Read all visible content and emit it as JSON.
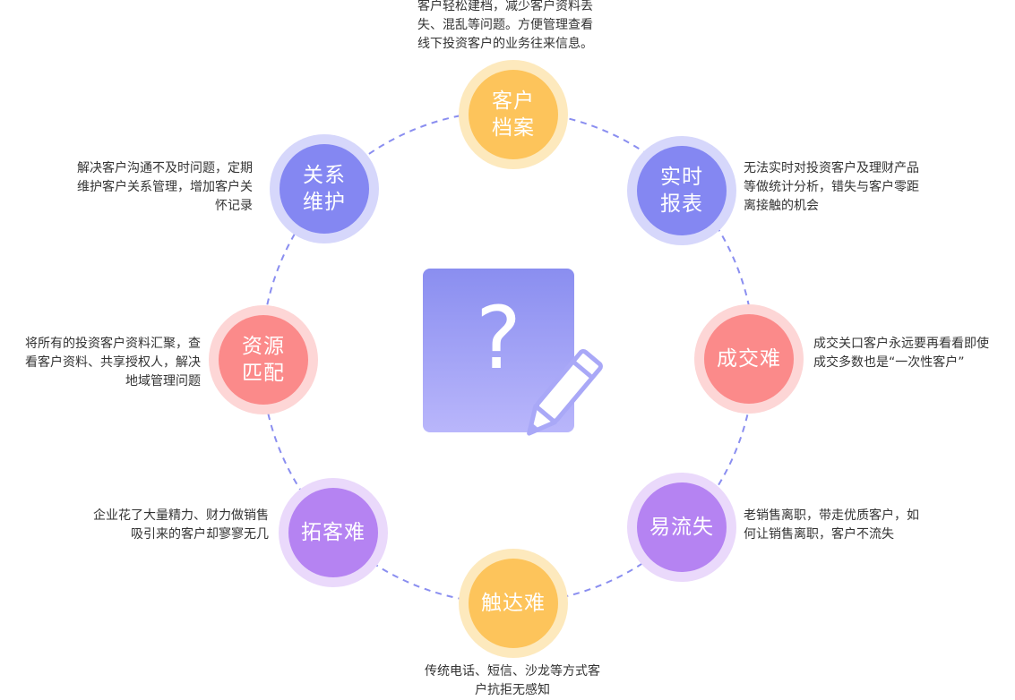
{
  "center": {
    "symbol": "?"
  },
  "nodes": [
    {
      "id": "archive",
      "label": "客户\n档案",
      "color": "#fdc45b",
      "halo": "#fde9bd",
      "desc": "客户轻松建档，减少客户资料丢\n失、混乱等问题。方便管理查看\n线下投资客户的业务往来信息。"
    },
    {
      "id": "report",
      "label": "实时\n报表",
      "color": "#8487f2",
      "halo": "#d6d7fb",
      "desc": "无法实时对投资客户及理财产品\n等做统计分析，错失与客户零距\n离接触的机会"
    },
    {
      "id": "deal",
      "label": "成交难",
      "color": "#fb8a8a",
      "halo": "#fdd6d6",
      "desc": "成交关口客户永远要再看看即使\n成交多数也是“一次性客户”"
    },
    {
      "id": "churn",
      "label": "易流失",
      "color": "#b583f2",
      "halo": "#ead9fb",
      "desc": "老销售离职，带走优质客户，如\n何让销售离职，客户不流失"
    },
    {
      "id": "reach",
      "label": "触达难",
      "color": "#fdc45b",
      "halo": "#fde9bd",
      "desc": "传统电话、短信、沙龙等方式客\n户抗拒无感知"
    },
    {
      "id": "expand",
      "label": "拓客难",
      "color": "#b583f2",
      "halo": "#ead9fb",
      "desc": "企业花了大量精力、财力做销售\n吸引来的客户却寥寥无几"
    },
    {
      "id": "resource",
      "label": "资源\n匹配",
      "color": "#fb8a8a",
      "halo": "#fdd6d6",
      "desc": "将所有的投资客户资料汇聚，查\n看客户资料、共享授权人，解决\n地域管理问题"
    },
    {
      "id": "relation",
      "label": "关系\n维护",
      "color": "#8487f2",
      "halo": "#d6d7fb",
      "desc": "解决客户沟通不及时问题，定期\n维护客户关系管理，增加客户关\n怀记录"
    }
  ],
  "colors": {
    "ring": "#8a8ef0"
  }
}
